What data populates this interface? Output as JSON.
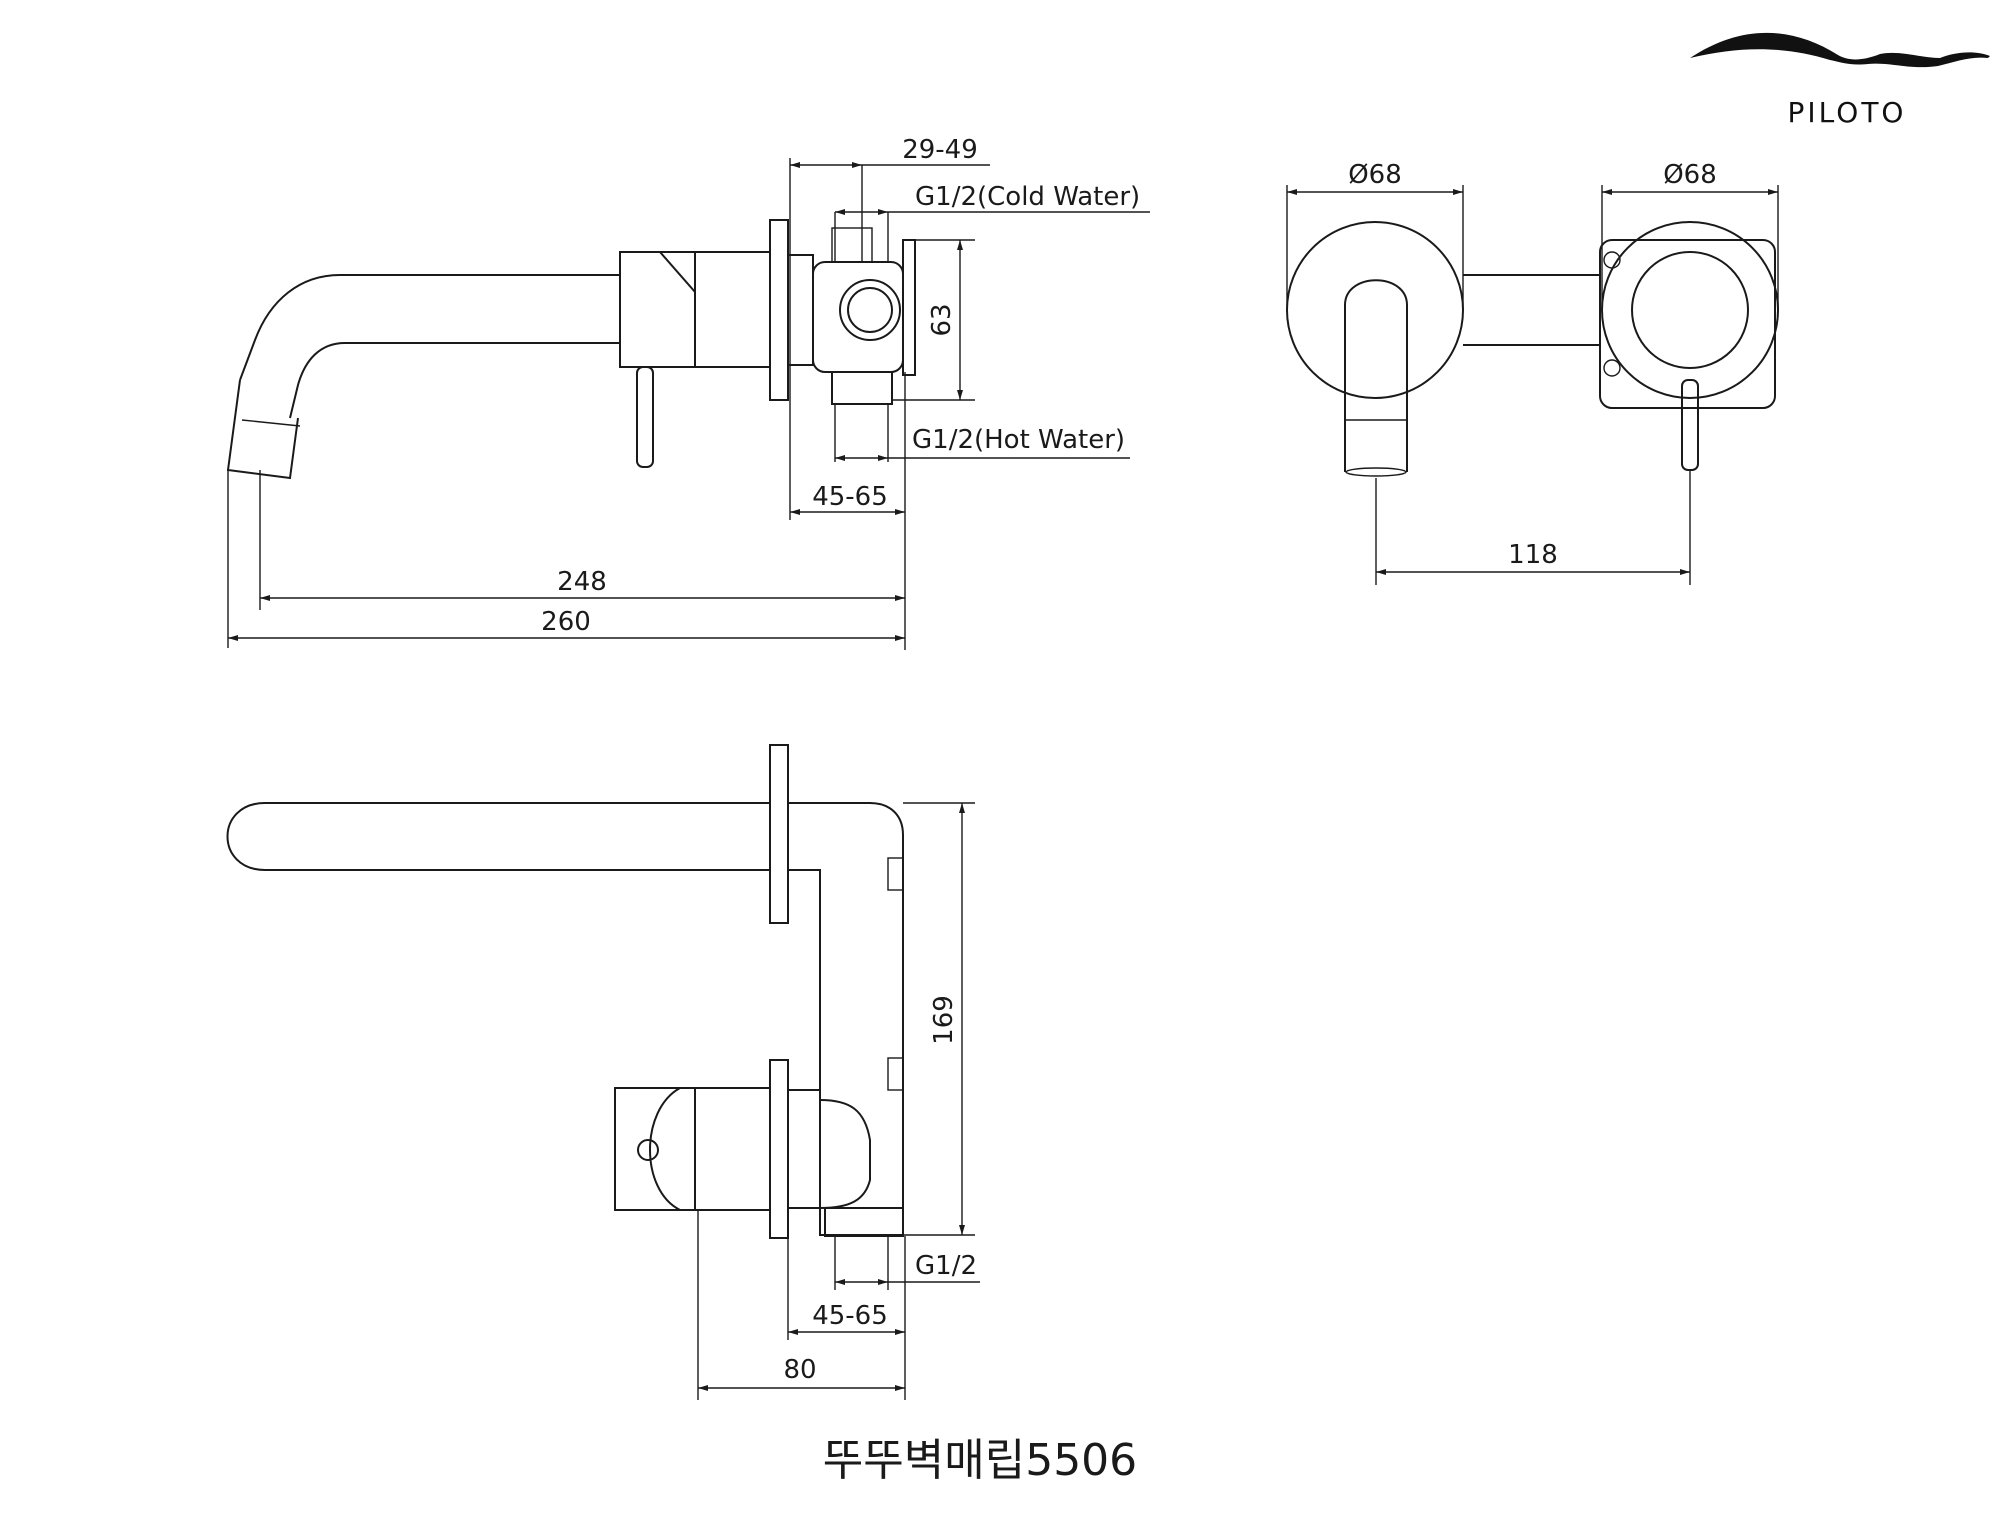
{
  "brand": {
    "name": "PILOTO"
  },
  "side_view": {
    "dim_29_49": "29-49",
    "cold_water": "G1/2(Cold Water)",
    "dim_63": "63",
    "hot_water": "G1/2(Hot Water)",
    "dim_45_65": "45-65",
    "dim_248": "248",
    "dim_260": "260"
  },
  "front_view": {
    "dia_left": "Ø68",
    "dia_right": "Ø68",
    "dim_118": "118"
  },
  "top_view": {
    "dim_169": "169",
    "g12": "G1/2",
    "dim_45_65": "45-65",
    "dim_80": "80"
  },
  "caption": "뚜뚜벽매립5506"
}
